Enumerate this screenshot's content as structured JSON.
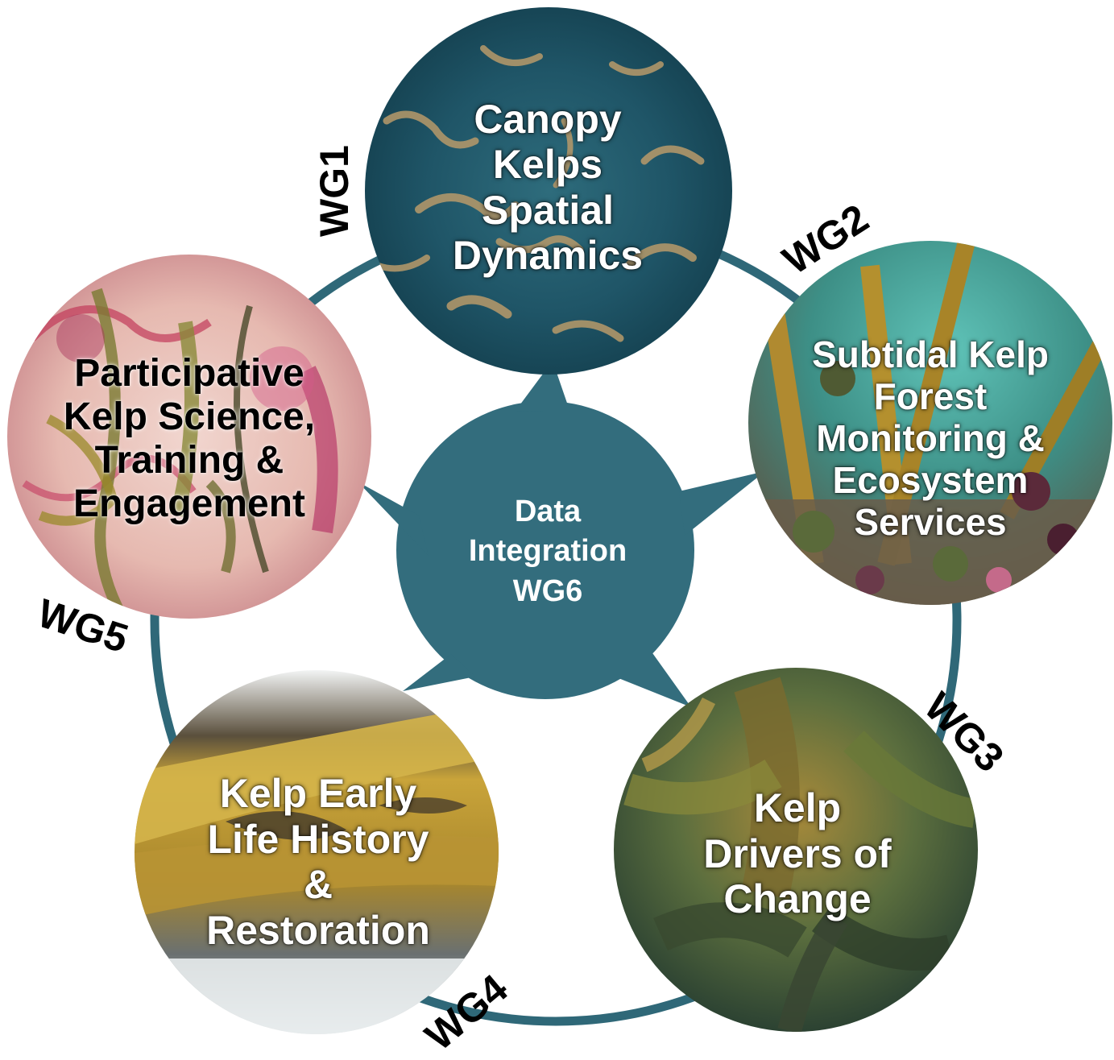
{
  "colors": {
    "ring": "#2f6878",
    "center": "#336d7d"
  },
  "center": {
    "lines": [
      "Data",
      "Integration",
      "WG6"
    ]
  },
  "nodes": [
    {
      "id": "wg1",
      "tag": "WG1",
      "lines": [
        "Canopy",
        "Kelps",
        "Spatial",
        "Dynamics"
      ],
      "photo": "aerial kelp canopy"
    },
    {
      "id": "wg2",
      "tag": "WG2",
      "lines": [
        "Subtidal Kelp",
        "Forest",
        "Monitoring &",
        "Ecosystem",
        "Services"
      ],
      "photo": "underwater kelp stipes with sea urchins"
    },
    {
      "id": "wg3",
      "tag": "WG3",
      "lines": [
        "Kelp",
        "Drivers of",
        "Change"
      ],
      "photo": "giant kelp blades underwater"
    },
    {
      "id": "wg4",
      "tag": "WG4",
      "lines": [
        "Kelp Early",
        "Life History",
        "&",
        "Restoration"
      ],
      "photo": "kelp blade on rocky shore"
    },
    {
      "id": "wg5",
      "tag": "WG5",
      "lines": [
        "Participative",
        "Kelp Science,",
        "Training &",
        "Engagement"
      ],
      "photo": "seaweed herbarium illustration"
    }
  ]
}
